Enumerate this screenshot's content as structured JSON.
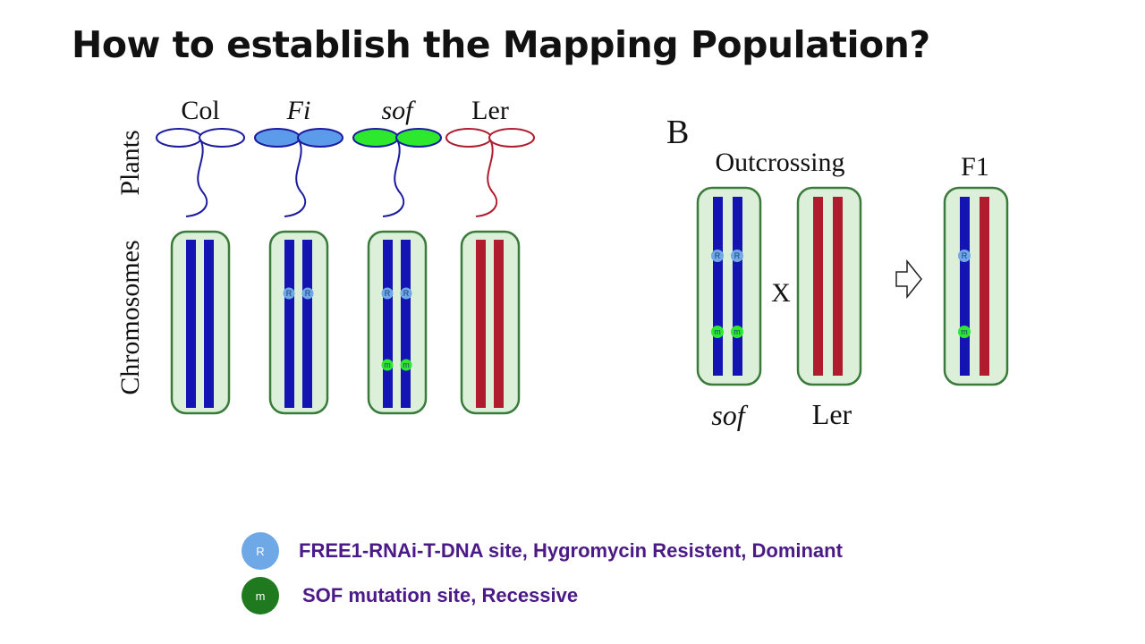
{
  "slide": {
    "title": "How to establish the Mapping Population?"
  },
  "panel_a": {
    "row_label_plants": "Plants",
    "row_label_chromosomes": "Chromosomes",
    "columns": [
      {
        "label": "Col",
        "italic": false,
        "leaf_fill": "#ffffff",
        "stroke": "#1a1aa0",
        "chromosome": "#1414b4",
        "r_marker": false,
        "m_marker": false
      },
      {
        "label": "Fi",
        "italic": true,
        "leaf_fill": "#5b9bea",
        "stroke": "#1a1aa0",
        "chromosome": "#1414b4",
        "r_marker": true,
        "m_marker": false
      },
      {
        "label": "sof",
        "italic": true,
        "leaf_fill": "#2ee82e",
        "stroke": "#1a1aa0",
        "chromosome": "#1414b4",
        "r_marker": true,
        "m_marker": true
      },
      {
        "label": "Ler",
        "italic": false,
        "leaf_fill": "#ffffff",
        "stroke": "#b01c2e",
        "chromosome": "#b01c2e",
        "r_marker": false,
        "m_marker": false
      }
    ]
  },
  "panel_b": {
    "label": "B",
    "heading": "Outcrossing",
    "cross_symbol": "X",
    "f1_label": "F1",
    "parent1_label": "sof",
    "parent2_label": "Ler"
  },
  "markers": {
    "r_letter": "R",
    "m_letter": "m"
  },
  "legend": [
    {
      "symbol": "R",
      "color": "#6fa8e6",
      "text": "FREE1-RNAi-T-DNA site, Hygromycin Resistent, Dominant"
    },
    {
      "symbol": "m",
      "color": "#1f7a1f",
      "text": "SOF mutation site, Recessive"
    }
  ],
  "colors": {
    "blue_chromosome": "#1414b4",
    "red_chromosome": "#b01c2e",
    "cell_fill": "#dcefd9",
    "cell_stroke": "#3a7a3a",
    "r_dot": "#6fa8e6",
    "m_dot": "#2ee82e"
  }
}
